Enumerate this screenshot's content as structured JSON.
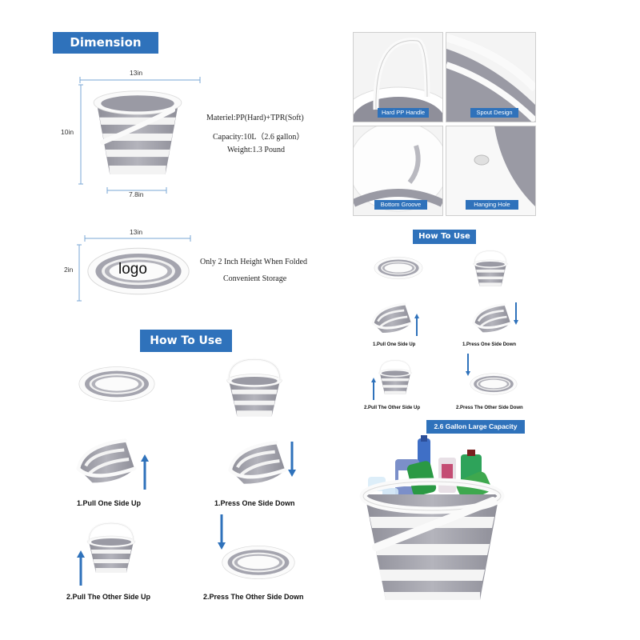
{
  "dimension": {
    "title": "Dimension",
    "width_top": "13in",
    "height": "10in",
    "width_bottom": "7.8in",
    "specs": [
      "Materiel:PP(Hard)+TPR(Soft)",
      "Capacity:10L（2.6 gallon）",
      "Weight:1.3 Pound"
    ]
  },
  "folded": {
    "width": "13in",
    "height": "2in",
    "logo": "logo",
    "notes": [
      "Only 2 Inch Height When Folded",
      "Convenient Storage"
    ]
  },
  "features": [
    {
      "label": "Hard PP Handle"
    },
    {
      "label": "Spout Design"
    },
    {
      "label": "Bottom Groove"
    },
    {
      "label": "Hanging Hole"
    }
  ],
  "how_to_use_large": {
    "title": "How To Use",
    "steps": [
      "1.Pull One Side Up",
      "1.Press One Side Down",
      "2.Pull The Other Side Up",
      "2.Press  The Other Side Down"
    ]
  },
  "how_to_use_small": {
    "title": "How To Use",
    "steps": [
      "1.Pull One Side Up",
      "1.Press One Side Down",
      "2.Pull The Other Side Up",
      "2.Press  The Other Side Down"
    ]
  },
  "capacity_banner": "2.6  Gallon Large Capacity",
  "colors": {
    "accent": "#2f72bb",
    "bucket_gray": "#a9a9b1",
    "bucket_white": "#ffffff",
    "arrow": "#2f72bb"
  }
}
